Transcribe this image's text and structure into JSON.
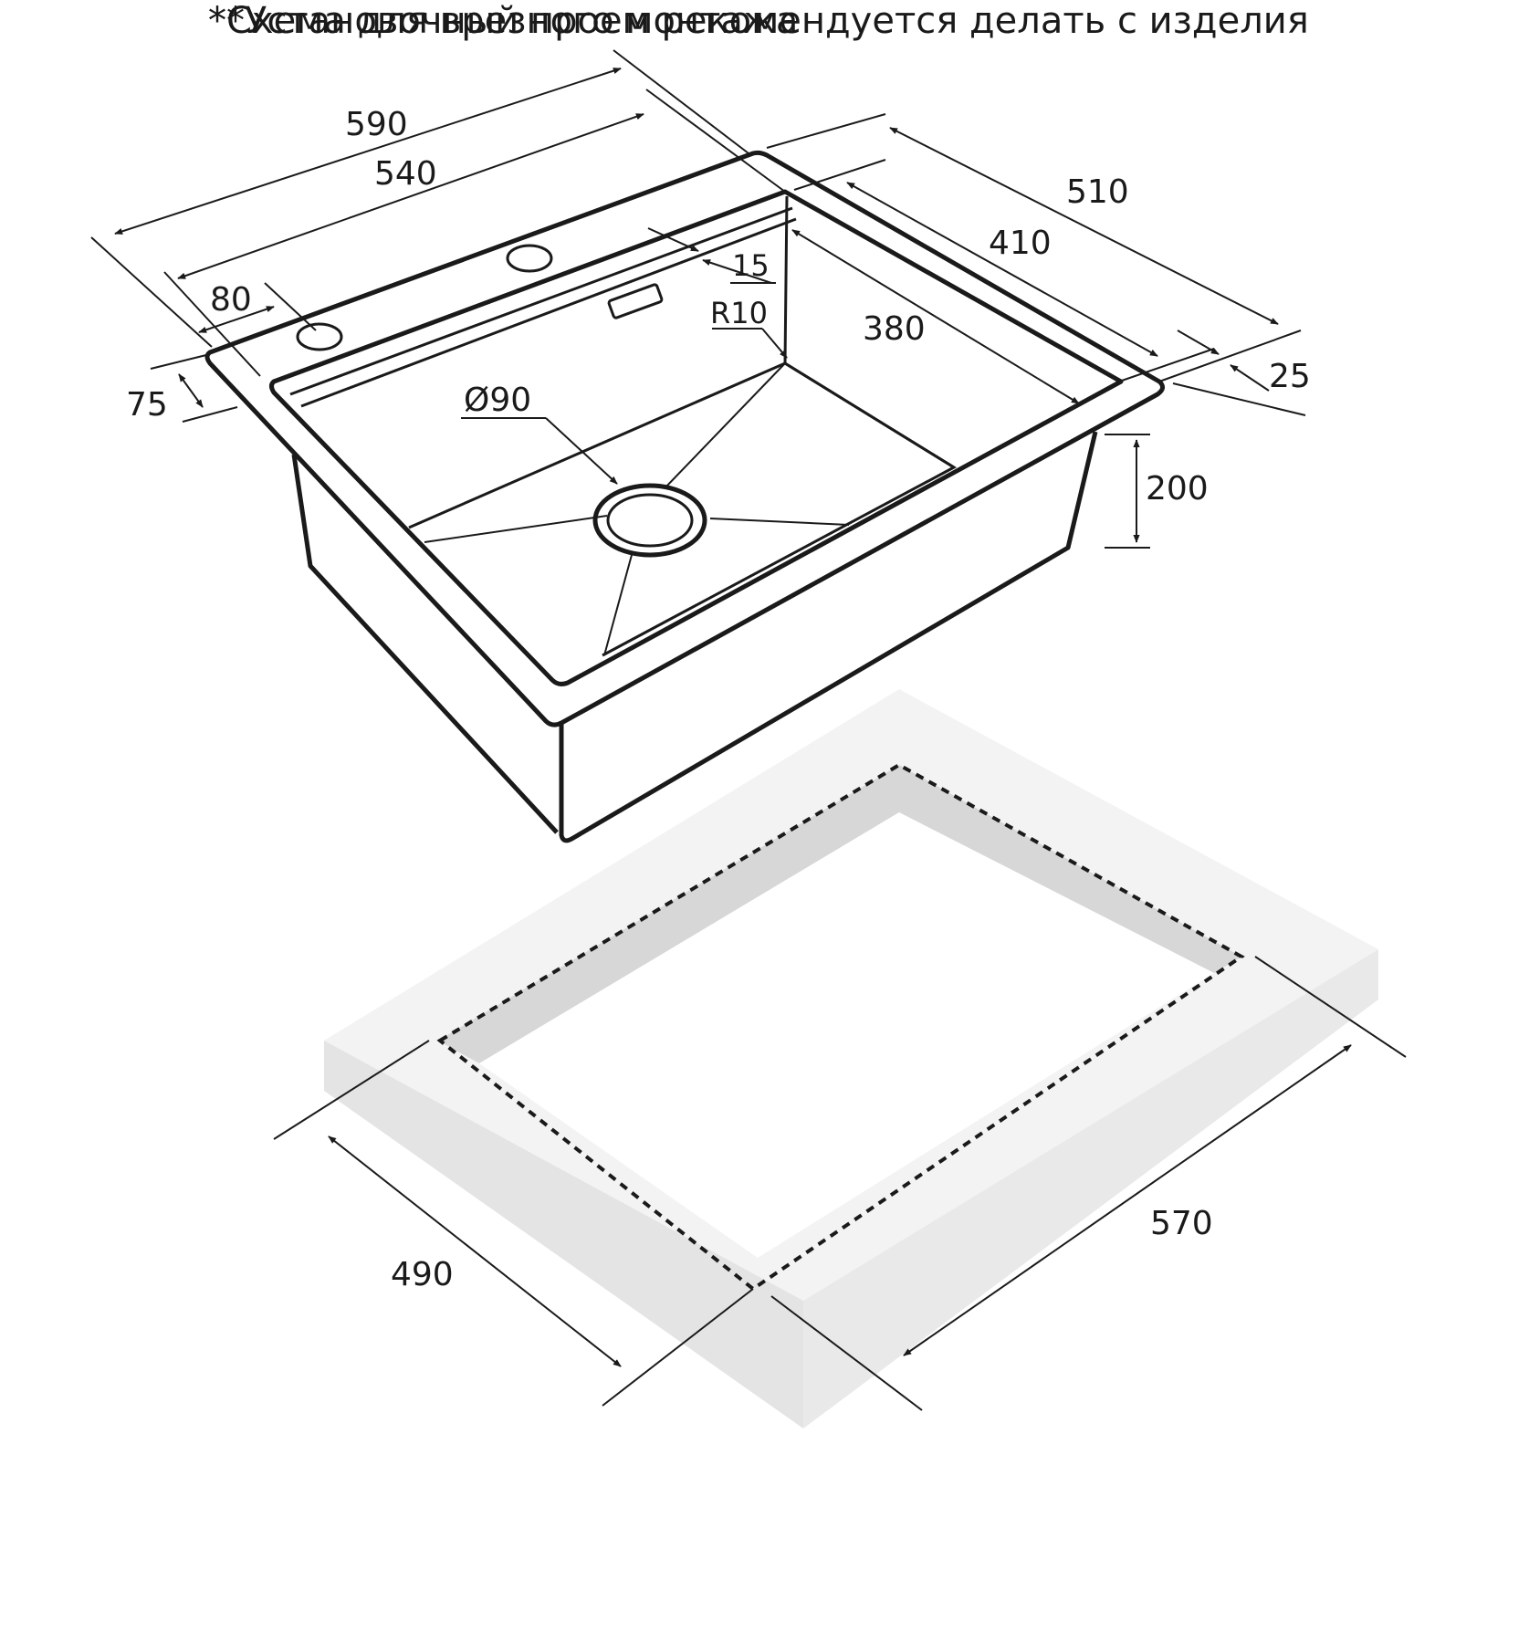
{
  "dimensions": {
    "total_length": "590",
    "bowl_length": "540",
    "tap_hole_offset": "80",
    "rim_front": "75",
    "total_width": "510",
    "bowl_width": "410",
    "shelf_step": "15",
    "corner_radius": "R10",
    "bowl_inner": "380",
    "rim_side": "25",
    "drain_diameter": "Ø90",
    "depth": "200",
    "cutout_width": "490",
    "cutout_length": "570"
  },
  "notes": {
    "mounting": "*Схема для врезного монтажа",
    "cutout": "**Установочный проем рекомендуется делать с изделия"
  }
}
